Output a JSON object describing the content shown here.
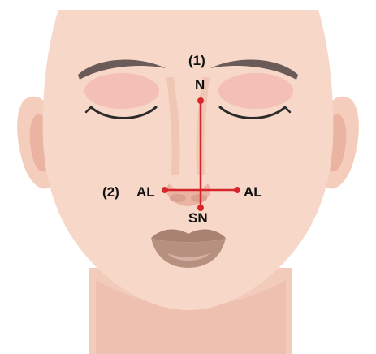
{
  "labels": {
    "measure1": "(1)",
    "measure2": "(2)",
    "nasion": "N",
    "subnasale": "SN",
    "alar_left": "AL",
    "alar_right": "AL"
  },
  "colors": {
    "skin": "#f7d7c8",
    "skin_shadow": "#eec2b0",
    "eyeshadow": "#f3b7ae",
    "brow": "#6a5a58",
    "lash": "#2b2b2b",
    "lip_upper": "#a98272",
    "lip_lower": "#b89080",
    "lip_highlight": "#d4b0a3",
    "measure_line": "#d7262b"
  }
}
